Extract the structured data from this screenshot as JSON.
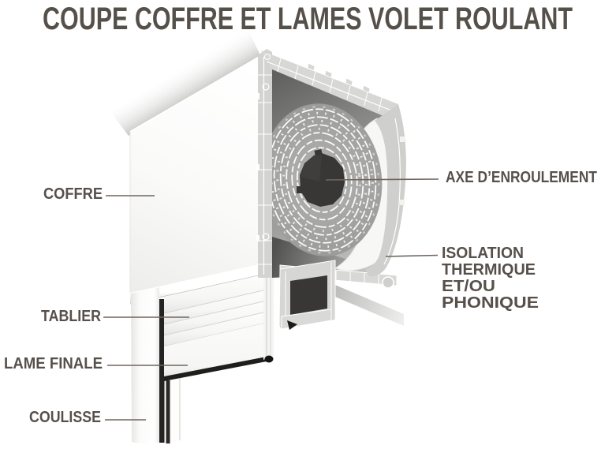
{
  "title": "COUPE COFFRE ET LAMES VOLET ROULANT",
  "diagram": {
    "labels_left": [
      {
        "id": "coffre",
        "text": "COFFRE"
      },
      {
        "id": "tablier",
        "text": "TABLIER"
      },
      {
        "id": "lame-finale",
        "text": "LAME FINALE"
      },
      {
        "id": "coulisse",
        "text": "COULISSE"
      }
    ],
    "labels_right": [
      {
        "id": "axe",
        "text": "AXE D’ENROULEMENT"
      },
      {
        "id": "isolation",
        "lines": [
          "ISOLATION",
          "THERMIQUE",
          "ET/OU",
          "PHONIQUE"
        ]
      }
    ],
    "colors": {
      "label_text": "#57504a",
      "leader_line": "#6f665f",
      "profile_gray": "#d3d3d1",
      "interior_dark": "#62625f",
      "axle_dark": "#383736",
      "seal_black": "#1f1e1c",
      "insulation_white": "#f7f7f5"
    }
  }
}
